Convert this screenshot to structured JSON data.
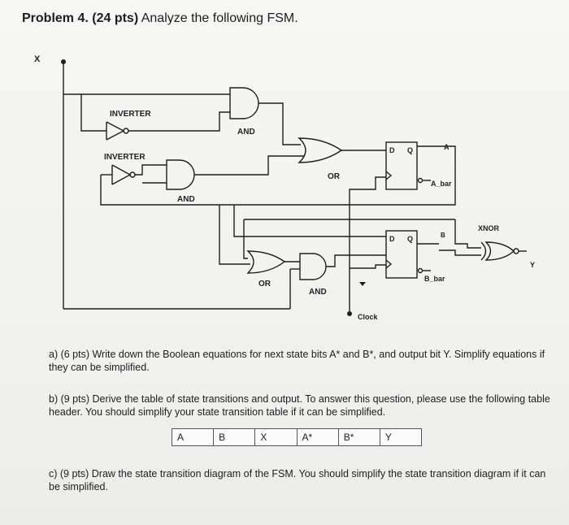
{
  "title": {
    "bold": "Problem 4. (24 pts)",
    "rest": " Analyze the following FSM."
  },
  "circuit": {
    "input_x": "X",
    "inverter1": "INVERTER",
    "inverter2": "INVERTER",
    "and_top": "AND",
    "and_left": "AND",
    "or_right": "OR",
    "or_bottom": "OR",
    "and_bottom": "AND",
    "xnor": "XNOR",
    "dff_top_d": "D",
    "dff_top_q": "Q",
    "dff_bot_d": "D",
    "dff_bot_q": "Q",
    "out_a": "A",
    "out_a_bar": "A_bar",
    "out_b": "B",
    "out_b_bar": "B_bar",
    "out_y": "Y",
    "clock": "Clock"
  },
  "questions": {
    "a": "a)  (6 pts) Write down the Boolean equations for next state bits A* and B*, and output bit Y. Simplify equations if they can be simplified.",
    "b": "b)  (9 pts) Derive the table of state transitions and output. To answer this question, please use the following table header. You should simplify your state transition table if it can be simplified.",
    "c": "c)  (9 pts) Draw the state transition diagram of the FSM. You should simplify the state transition diagram if it can be simplified."
  },
  "table_header": [
    "A",
    "B",
    "X",
    "A*",
    "B*",
    "Y"
  ]
}
